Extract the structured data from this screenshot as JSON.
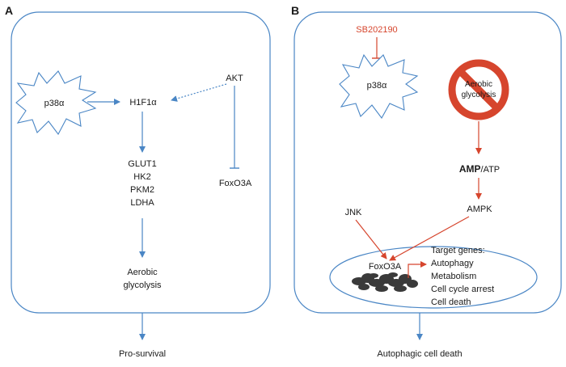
{
  "panel_a": {
    "letter": "A",
    "p38": "p38α",
    "hif": "H1F1α",
    "akt": "AKT",
    "genes": [
      "GLUT1",
      "HK2",
      "PKM2",
      "LDHA"
    ],
    "foxo": "FoxO3A",
    "aerobic": [
      "Aerobic",
      "glycolysis"
    ],
    "outcome": "Pro-survival"
  },
  "panel_b": {
    "letter": "B",
    "inhibitor": "SB202190",
    "p38": "p38α",
    "blocked": [
      "Aerobic",
      "glycolysis"
    ],
    "amp_bold": "AMP",
    "amp_rest": "/ATP",
    "ampk": "AMPK",
    "jnk": "JNK",
    "foxo": "FoxO3A",
    "target_title": "Target genes:",
    "targets": [
      "Autophagy",
      "Metabolism",
      "Cell cycle arrest",
      "Cell death"
    ],
    "outcome": "Autophagic cell death"
  },
  "colors": {
    "blue": "#4a86c5",
    "red": "#d6452d",
    "dna": "#3a3a3a"
  }
}
